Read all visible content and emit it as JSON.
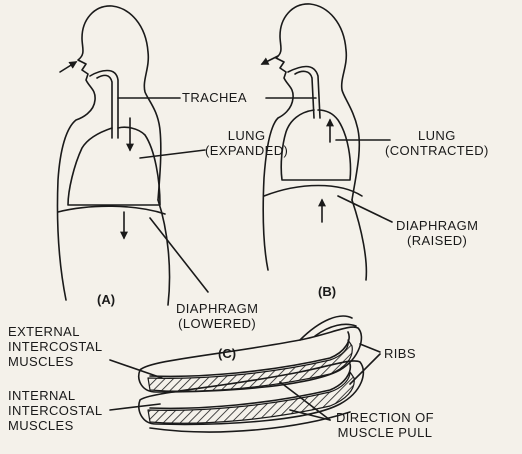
{
  "figure": {
    "panels": {
      "a": "(A)",
      "b": "(B)",
      "c": "(C)"
    },
    "labels": {
      "trachea": "TRACHEA",
      "lung_expanded": [
        "LUNG",
        "(EXPANDED)"
      ],
      "lung_contracted": [
        "LUNG",
        "(CONTRACTED)"
      ],
      "diaphragm_raised": [
        "DIAPHRAGM",
        "(RAISED)"
      ],
      "diaphragm_lowered": [
        "DIAPHRAGM",
        "(LOWERED)"
      ],
      "external_intercostal": [
        "EXTERNAL",
        "INTERCOSTAL",
        "MUSCLES"
      ],
      "internal_intercostal": [
        "INTERNAL",
        "INTERCOSTAL",
        "MUSCLES"
      ],
      "ribs": "RIBS",
      "direction": [
        "DIRECTION OF",
        "MUSCLE PULL"
      ]
    },
    "colors": {
      "ink": "#1a1a1a",
      "paper": "#f4f1ea"
    }
  }
}
